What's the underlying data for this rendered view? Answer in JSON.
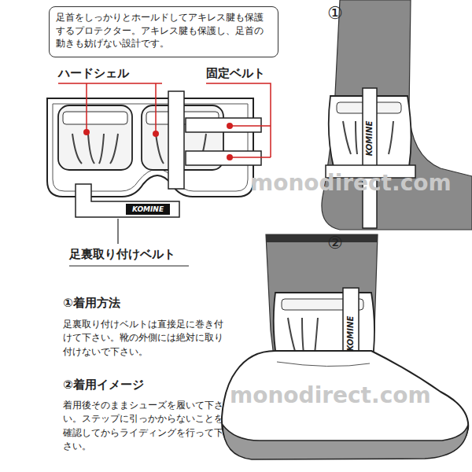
{
  "diagram": {
    "nodes": [
      {
        "text": [
          "足首をしっかりとホールドしてアキレス腱も保護するプロテクター。アキレス腱も保護し、足首の動きも妨げない設計です。"
        ]
      }
    ],
    "labels": [
      "①",
      "ハードシェル",
      "固定ベルト",
      "KOMINE",
      "KOMINE",
      "monodirect.com",
      "足裏取り付けベルト",
      "②",
      "KOMINE",
      "①着用方法",
      "足裏取り付けベルトは直接足に巻き付けて下さい。靴の外側には絶対に取り付けないで下さい。",
      "②着用イメージ",
      "monodirect.com",
      "着用後そのままシューズを履いて下さい。ステップに引っかからないことを確認してからライディングを行って下さい。"
    ]
  }
}
